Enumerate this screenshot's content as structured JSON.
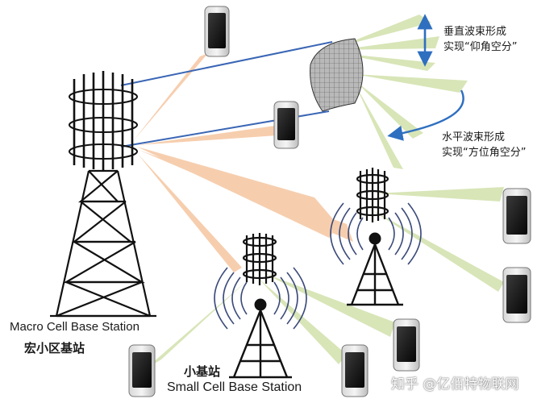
{
  "labels": {
    "macro_en": "Macro Cell Base Station",
    "macro_cn": "宏小区基站",
    "small_cn": "小基站",
    "small_en": "Small Cell Base Station"
  },
  "annotations": {
    "vertical_line1": "垂直波束形成",
    "vertical_line2": "实现“仰角空分”",
    "horizontal_line1": "水平波束形成",
    "horizontal_line2": "实现“方位角空分”"
  },
  "watermark": "知乎 @亿佰特物联网",
  "colors": {
    "macro_beam": "#f6c9a6",
    "small_beam": "#d6e4b4",
    "arrow_blue": "#2e6fc0",
    "line_blue": "#3a66b5",
    "structure": "#111111"
  }
}
